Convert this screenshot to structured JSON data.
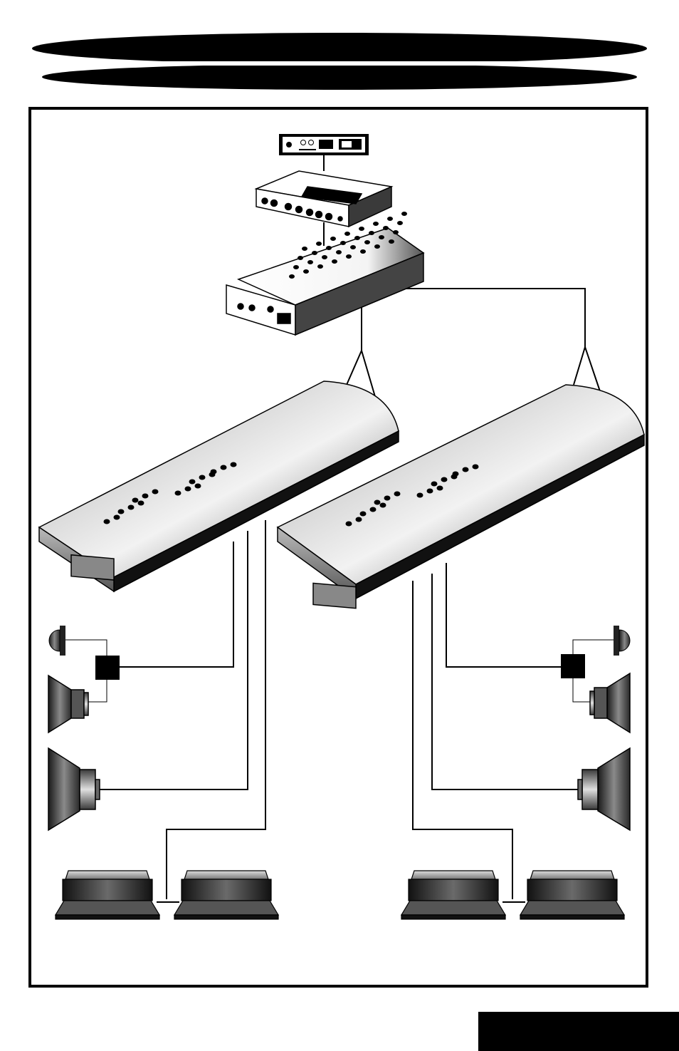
{
  "page": {
    "title": "",
    "page_tab": ""
  },
  "diagram": {
    "components": [
      {
        "id": "head-unit",
        "kind": "head unit"
      },
      {
        "id": "equalizer",
        "kind": "equalizer"
      },
      {
        "id": "crossover",
        "kind": "crossover"
      },
      {
        "id": "amplifier-left",
        "kind": "amplifier"
      },
      {
        "id": "amplifier-right",
        "kind": "amplifier"
      },
      {
        "id": "passive-crossover-left",
        "kind": "passive crossover"
      },
      {
        "id": "passive-crossover-right",
        "kind": "passive crossover"
      },
      {
        "id": "tweeter-left",
        "kind": "tweeter"
      },
      {
        "id": "midrange-left",
        "kind": "midrange speaker"
      },
      {
        "id": "midbass-left",
        "kind": "midbass speaker"
      },
      {
        "id": "tweeter-right",
        "kind": "tweeter"
      },
      {
        "id": "midrange-right",
        "kind": "midrange speaker"
      },
      {
        "id": "midbass-right",
        "kind": "midbass speaker"
      },
      {
        "id": "subwoofer-left-1",
        "kind": "subwoofer"
      },
      {
        "id": "subwoofer-left-2",
        "kind": "subwoofer"
      },
      {
        "id": "subwoofer-right-1",
        "kind": "subwoofer"
      },
      {
        "id": "subwoofer-right-2",
        "kind": "subwoofer"
      }
    ]
  }
}
